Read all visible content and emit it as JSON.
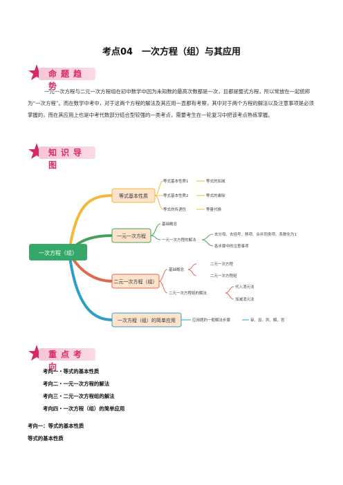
{
  "title": "考点04　一次方程（组）与其应用",
  "banners": {
    "trend": "命题趋势",
    "map": "知识导图",
    "focus": "重点考向"
  },
  "paragraph": "一元一次方程与二元一次方程组在初中数学中因为未知数的最高次数都是一次，且都是整式方程，所以常放在一起统称为“一次方程”。而在数学中考中，对于这两个方程的解法及其应用一直都有考察，其中对于两个方程的解法以及注意事项是必须掌握的，而在其应用上也是中考代数部分结合型较强的一类考点，需要考生在一轮复习中把该考点熟练掌握。",
  "mindmap": {
    "root": "一次方程（组）",
    "b1": {
      "label": "等式基本性质",
      "items": [
        "等式基本性质1",
        "等式基本性质2",
        "等式的传递性"
      ],
      "notes": [
        "等式的加减",
        "等式的乘除",
        "等量代换"
      ]
    },
    "b2": {
      "label": "一元一次方程",
      "items": [
        "基础概念",
        "一元一次方程的解法"
      ],
      "notes": [
        "去分母、去括号、移项、合并同类项、系数化为1",
        "各步骤中的注意事项"
      ]
    },
    "b3": {
      "label": "二元一次方程（组）",
      "items": [
        "基础概念",
        "二元一次方程组的解法"
      ],
      "sub1": [
        "二元一次方程",
        "二元一次方程组"
      ],
      "sub2": [
        "代入消元法",
        "加减消元法"
      ]
    },
    "b4": {
      "label": "一次方程（组）的简单应用",
      "items": [
        "应用题的一般解法步骤"
      ],
      "notes": [
        "审、设、列、解、答"
      ]
    }
  },
  "directions": [
    "考向一・等式的基本性质",
    "考向二・一元一次方程的解法",
    "考向三・二元一次方程组的解法",
    "考向四・一次方程（组）的简单应用"
  ],
  "section_heading": "考向一：等式的基本性质",
  "section_sub": "等式的基本性质",
  "colors": {
    "banner_text": "#d72a63",
    "branch1": "#f2b93b",
    "branch2": "#4aa05a",
    "branch3": "#e0694c",
    "branch4": "#2f9ec4",
    "root_fill": "#35a869",
    "node_fill": "#fde3cc"
  }
}
